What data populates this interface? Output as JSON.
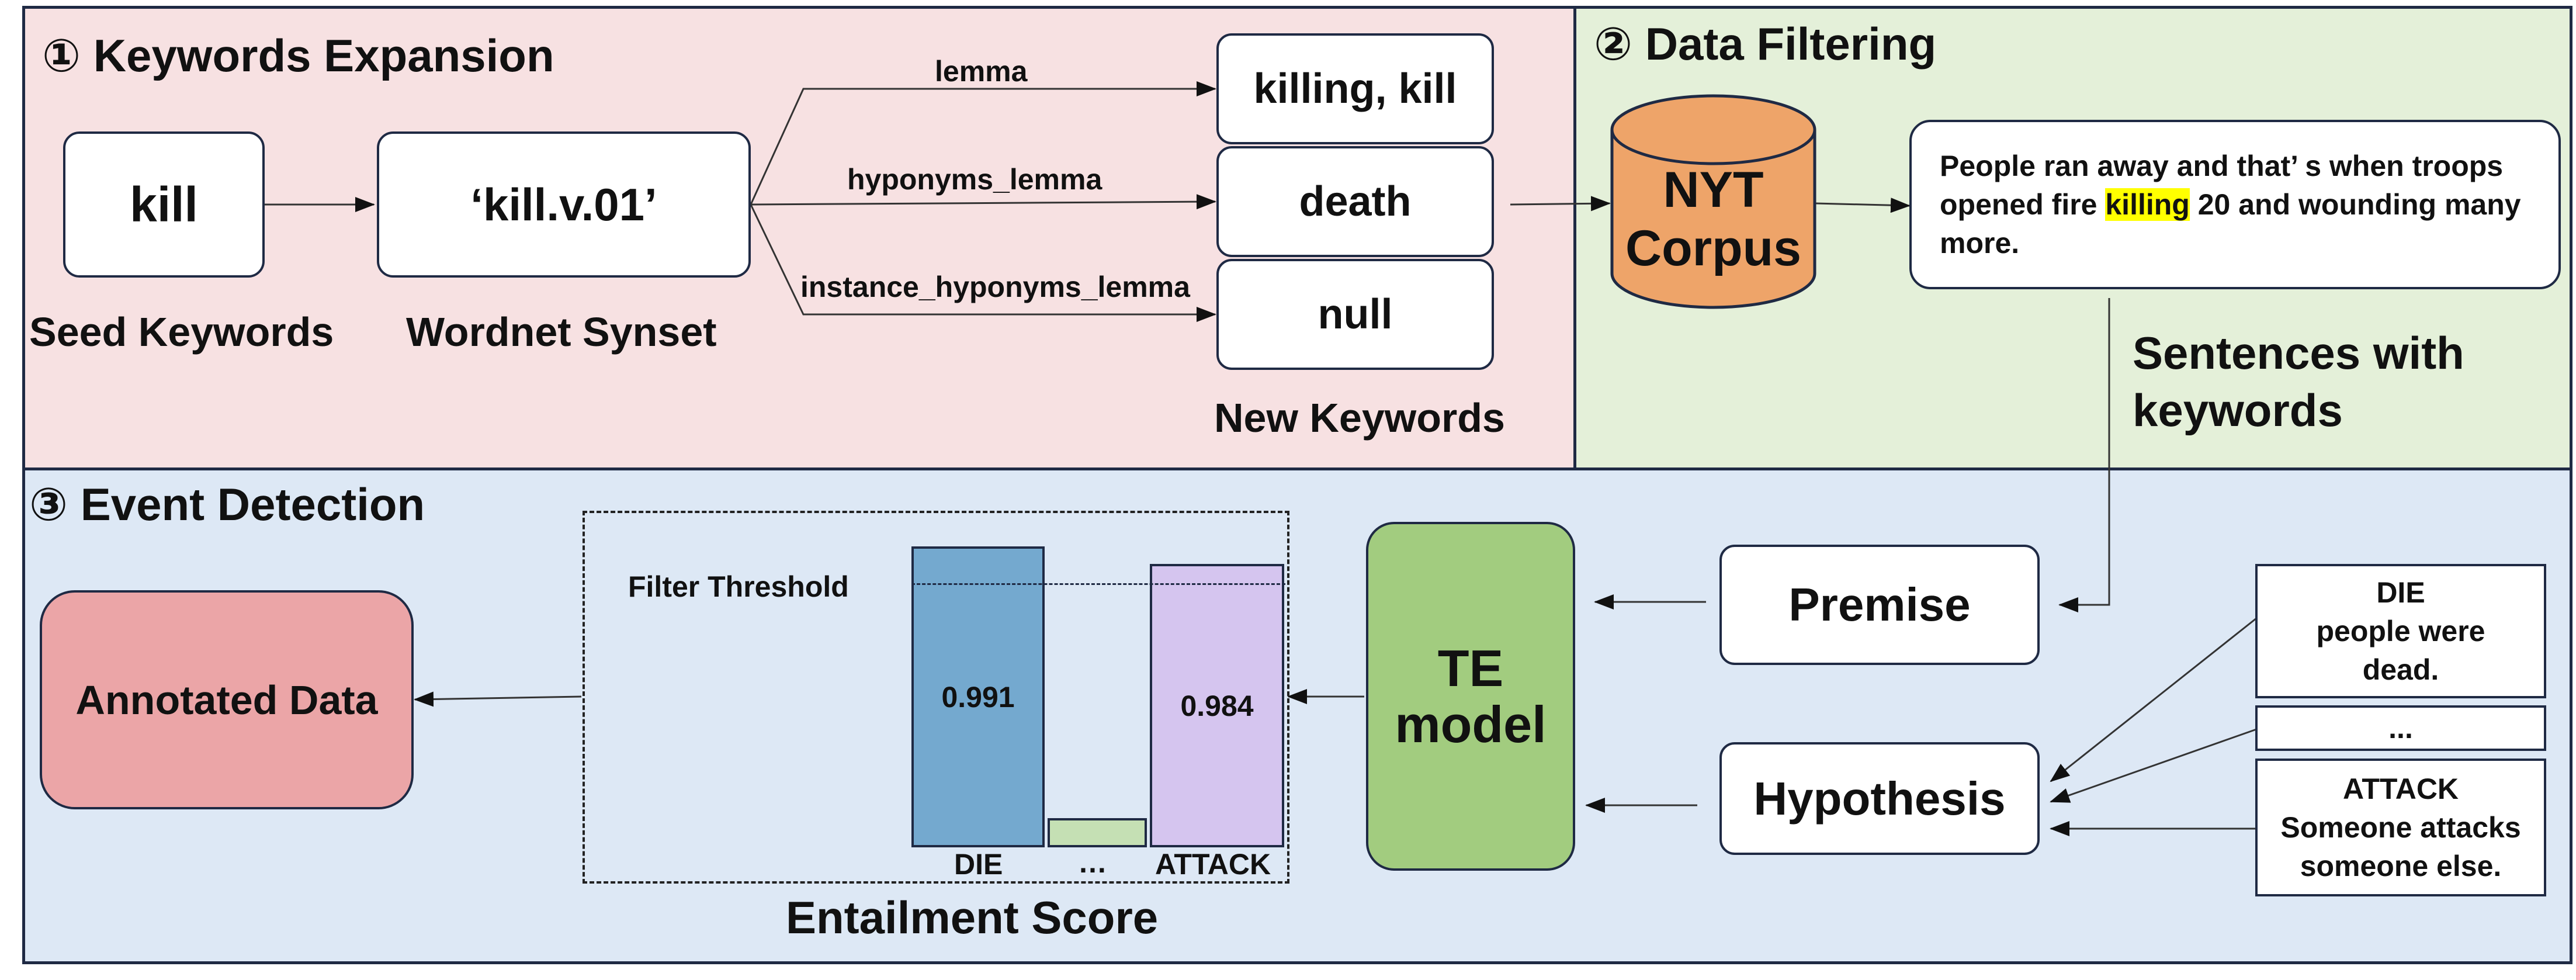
{
  "sections": {
    "expansion": {
      "title": "① Keywords Expansion",
      "bg": "#f7e1e2"
    },
    "filtering": {
      "title": "② Data Filtering",
      "bg": "#e4f0d9"
    },
    "detection": {
      "title": "③ Event Detection",
      "bg": "#dde8f5"
    }
  },
  "expansion": {
    "seed_word": "kill",
    "seed_caption": "Seed Keywords",
    "synset": "‘kill.v.01’",
    "synset_caption": "Wordnet Synset",
    "edges": [
      "lemma",
      "hyponyms_lemma",
      "instance_hyponyms_lemma"
    ],
    "outputs": [
      "killing, kill",
      "death",
      "null"
    ],
    "outputs_caption": "New Keywords"
  },
  "filtering": {
    "corpus_line1": "NYT",
    "corpus_line2": "Corpus",
    "corpus_color": "#eea469",
    "sentence_before": "People ran away and that’ s when troops opened fire ",
    "sentence_highlight": "killing",
    "sentence_after": " 20 and wounding many more.",
    "sentences_caption_line1": "Sentences with",
    "sentences_caption_line2": "keywords"
  },
  "detection": {
    "annotated": "Annotated Data",
    "annotated_color": "#eba5a7",
    "threshold_label": "Filter Threshold",
    "score_caption": "Entailment Score",
    "te_line1": "TE",
    "te_line2": "model",
    "te_color": "#a2cc7f",
    "premise": "Premise",
    "hypothesis": "Hypothesis",
    "templates": [
      {
        "label": "DIE",
        "text_line1": "people were",
        "text_line2": "dead."
      },
      {
        "label": "...",
        "text_line1": "",
        "text_line2": ""
      },
      {
        "label": "ATTACK",
        "text_line1": "Someone attacks",
        "text_line2": "someone else."
      }
    ]
  },
  "chart_data": {
    "type": "bar",
    "categories": [
      "DIE",
      "…",
      "ATTACK"
    ],
    "values": [
      0.991,
      0.15,
      0.984
    ],
    "value_labels": [
      "0.991",
      "",
      "0.984"
    ],
    "threshold": 0.97,
    "colors": [
      "#74a9cf",
      "#c5e0b4",
      "#d5c5ef"
    ],
    "title": "Entailment Score"
  }
}
